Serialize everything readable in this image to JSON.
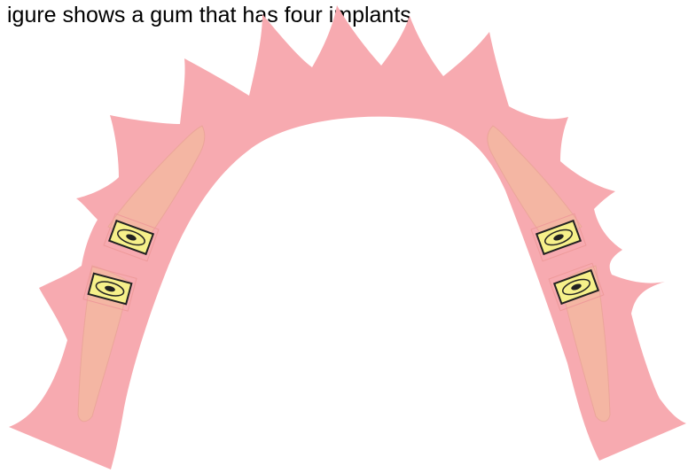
{
  "caption": "igure shows a gum that has four implants",
  "colors": {
    "gum": "#f7aab0",
    "bone_region": "#f4b6a3",
    "bone_outline": "#eba59a",
    "implant_body": "#f6f08a",
    "implant_outline": "#222222",
    "implant_hole": "#222222",
    "implant_socket_outline": "#ee9a9a"
  },
  "implants": [
    {
      "name": "implant-upper-left"
    },
    {
      "name": "implant-lower-left"
    },
    {
      "name": "implant-upper-right"
    },
    {
      "name": "implant-lower-right"
    }
  ]
}
